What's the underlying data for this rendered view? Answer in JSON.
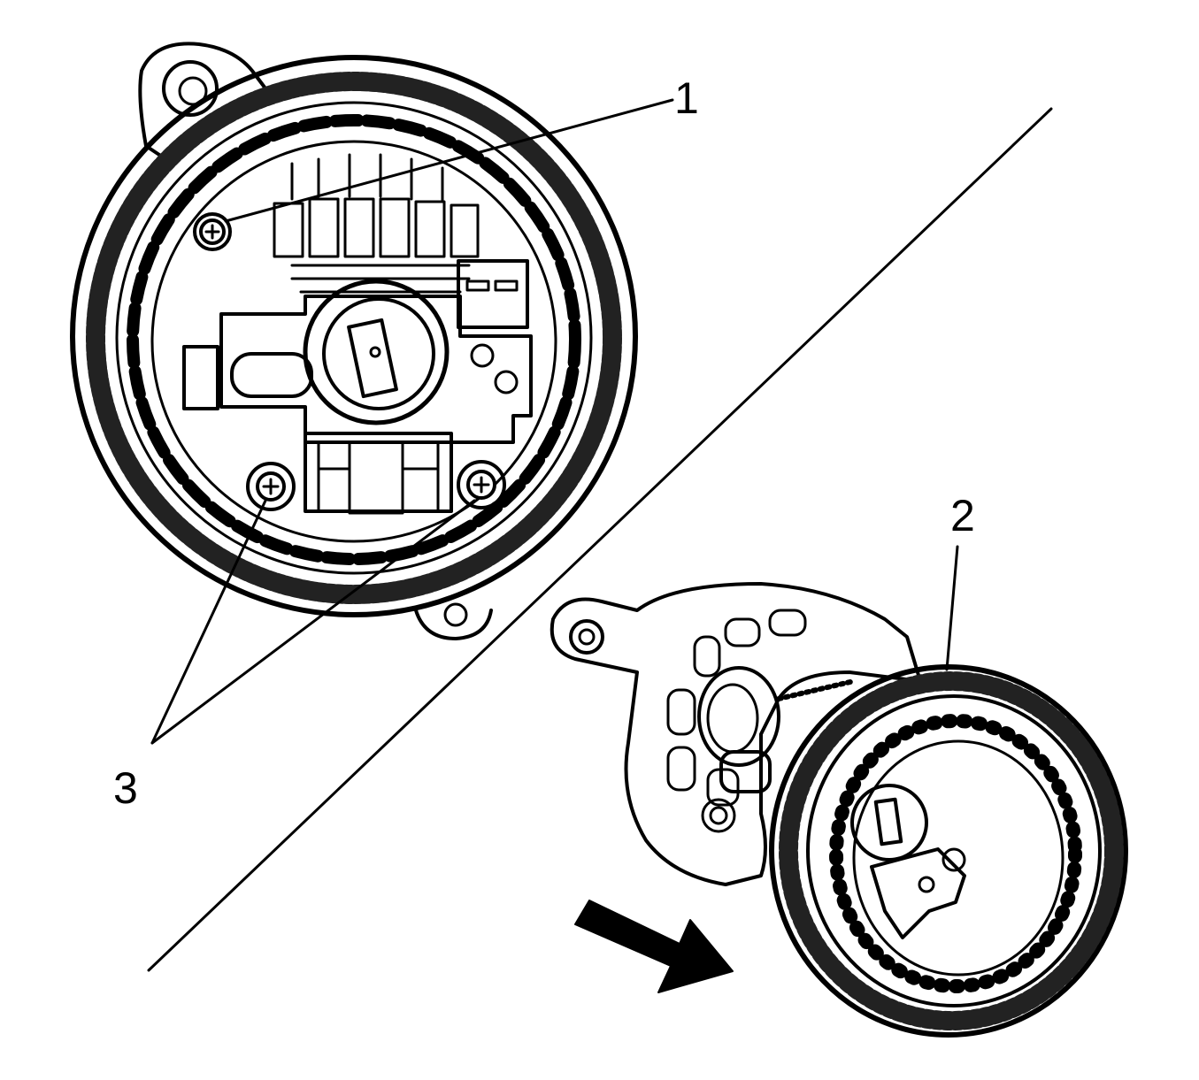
{
  "diagram": {
    "type": "exploded-view technical illustration",
    "callouts": [
      {
        "id": "1",
        "text": "1"
      },
      {
        "id": "2",
        "text": "2"
      },
      {
        "id": "3",
        "text": "3"
      }
    ],
    "colors": {
      "ink": "#000000",
      "paper": "#ffffff"
    }
  }
}
